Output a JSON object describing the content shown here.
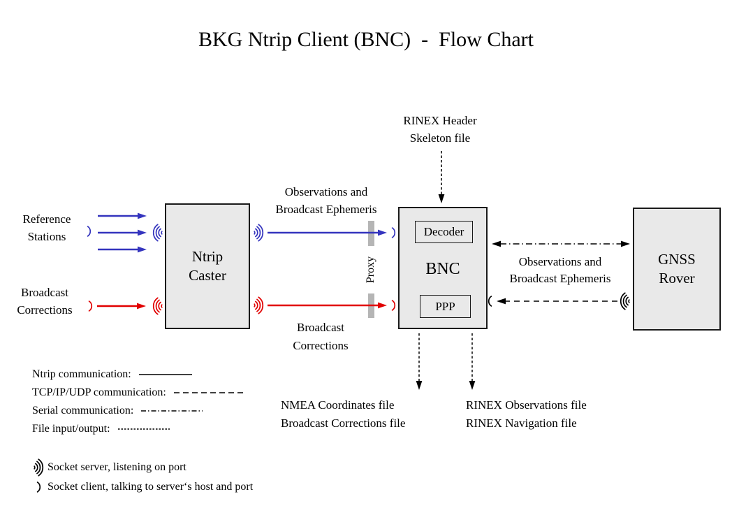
{
  "title": "BKG Ntrip Client (BNC)  -  Flow Chart",
  "colors": {
    "ntrip_blue": "#3434BE",
    "corrections_red": "#E10000",
    "box_fill": "#E9E9E9",
    "box_border": "#1A1A1A",
    "proxy_gray": "#B5B5B5",
    "line_black": "#000000"
  },
  "sources": {
    "reference_stations": [
      "Reference",
      "Stations"
    ],
    "broadcast_corrections": [
      "Broadcast",
      "Corrections"
    ]
  },
  "nodes": {
    "ntrip_caster": [
      "Ntrip",
      "Caster"
    ],
    "bnc": {
      "label": "BNC",
      "decoder": "Decoder",
      "ppp": "PPP"
    },
    "gnss_rover": [
      "GNSS",
      "Rover"
    ],
    "proxy": "Proxy"
  },
  "links": {
    "caster_to_bnc_obs": [
      "Observations and",
      "Broadcast Ephemeris"
    ],
    "caster_to_bnc_corr": [
      "Broadcast",
      "Corrections"
    ],
    "rinex_header_input": [
      "RINEX Header",
      "Skeleton file"
    ],
    "bnc_rover_obs": [
      "Observations and",
      "Broadcast Ephemeris"
    ]
  },
  "outputs": {
    "left": [
      "NMEA Coordinates file",
      "Broadcast Corrections file"
    ],
    "right": [
      "RINEX Observations file",
      "RINEX Navigation file"
    ]
  },
  "legend": {
    "items": [
      {
        "label": "Ntrip communication:",
        "style": "solid"
      },
      {
        "label": "TCP/IP/UDP communication:",
        "style": "dashed"
      },
      {
        "label": "Serial communication:",
        "style": "dash-dot"
      },
      {
        "label": "File input/output:",
        "style": "fine-dashed"
      }
    ],
    "socket_server": "Socket server, listening on port",
    "socket_client": "Socket client, talking to server‘s host and port"
  }
}
